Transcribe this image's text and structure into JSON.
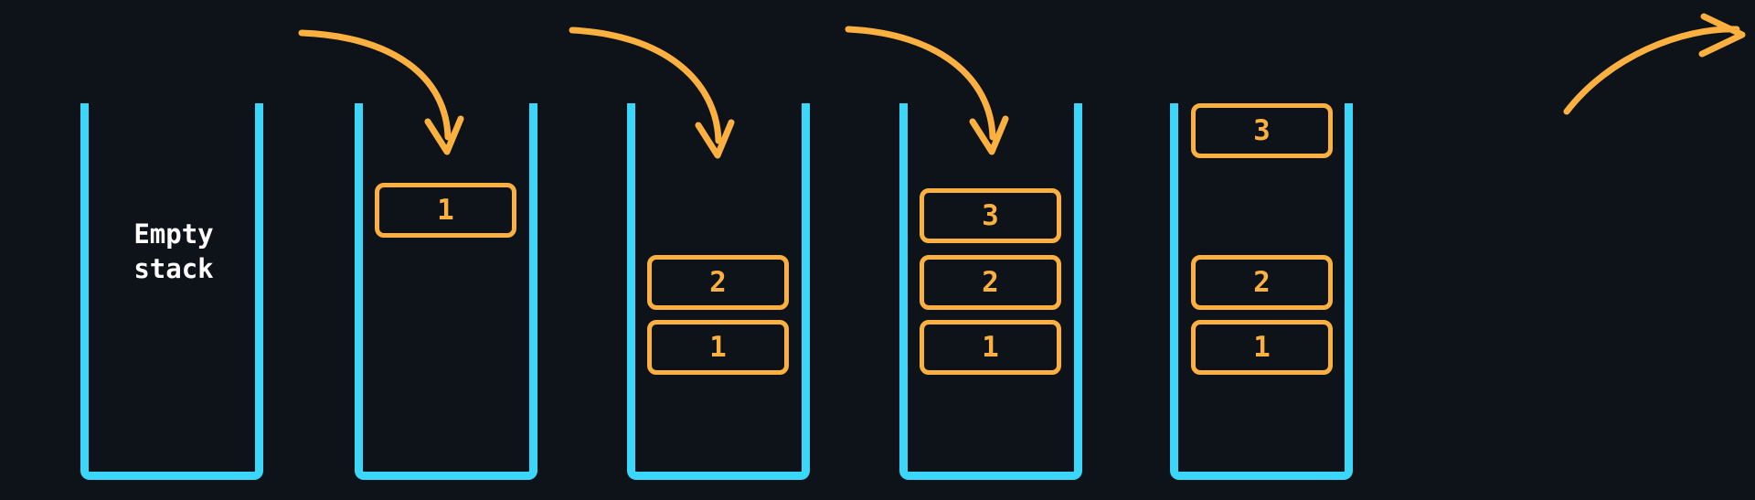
{
  "title": "Stack push and pop operation sequence",
  "theme": {
    "background": "#0E1219",
    "container_stroke": "#3BD7FB",
    "box_stroke": "#FBB040",
    "box_text": "#FBB040",
    "label_text": "#FFFFFF",
    "arrow_stroke": "#FBB040"
  },
  "panels": [
    {
      "id": "panel-empty",
      "caption": "Empty\nstack",
      "cells": [],
      "arrow": null
    },
    {
      "id": "panel-push-1",
      "caption": "",
      "cells": [
        {
          "value": "1"
        }
      ],
      "arrow": {
        "type": "push",
        "label": "push-arrow"
      }
    },
    {
      "id": "panel-push-2",
      "caption": "",
      "cells": [
        {
          "value": "2"
        },
        {
          "value": "1"
        }
      ],
      "arrow": {
        "type": "push",
        "label": "push-arrow"
      }
    },
    {
      "id": "panel-push-3",
      "caption": "",
      "cells": [
        {
          "value": "3"
        },
        {
          "value": "2"
        },
        {
          "value": "1"
        }
      ],
      "arrow": {
        "type": "push",
        "label": "push-arrow"
      }
    },
    {
      "id": "panel-pop-3",
      "caption": "",
      "cells": [
        {
          "value": "3"
        },
        {
          "value": "2"
        },
        {
          "value": "1"
        }
      ],
      "arrow": {
        "type": "pop",
        "label": "pop-arrow"
      }
    }
  ]
}
